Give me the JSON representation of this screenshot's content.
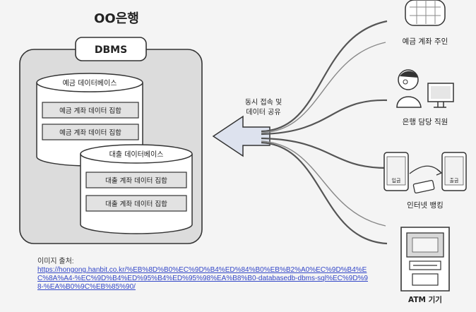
{
  "bank_name": "OO은행",
  "dbms_label": "DBMS",
  "deposit_db": {
    "title": "예금 데이터베이스",
    "tables": [
      "예금 계좌 데이터 집합",
      "예금 계좌 데이터 집합"
    ]
  },
  "loan_db": {
    "title": "대출 데이터베이스",
    "tables": [
      "대출 계좌 데이터 집합",
      "대출 계좌 데이터 집합"
    ]
  },
  "share_label": [
    "동시 접속 및",
    "데이터 공유"
  ],
  "users": {
    "account_owner": "예금 계좌 주인",
    "bank_staff": "은행 담당 직원",
    "internet_banking": "인터넷 뱅킹",
    "atm": "ATM 기기",
    "ib_left_screen": "입금",
    "ib_right_screen": "출금"
  },
  "caption": {
    "label": "이미지 출처:",
    "url": "https://hongong.hanbit.co.kr/%EB%8D%B0%EC%9D%B4%ED%84%B0%EB%B2%A0%EC%9D%B4%EC%8A%A4-%EC%9D%B4%ED%95%B4%ED%95%98%EA%B8%B0-databasedb-dbms-sql%EC%9D%98-%EA%B0%9C%EB%85%90/"
  }
}
